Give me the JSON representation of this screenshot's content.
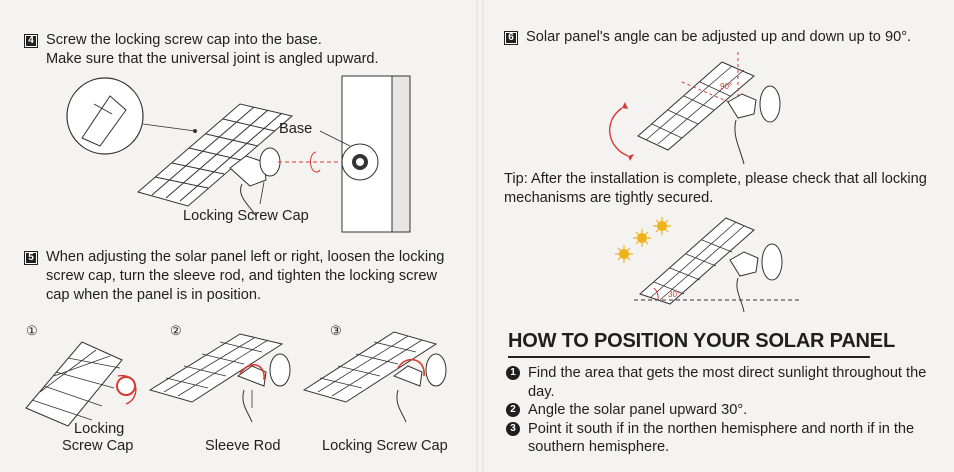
{
  "step4": {
    "number": "4",
    "line1": "Screw the locking screw cap into the base.",
    "line2": "Make sure that the universal joint is angled upward.",
    "label_base": "Base",
    "label_locking": "Locking Screw Cap"
  },
  "step5": {
    "number": "5",
    "text": "When adjusting the solar panel left or right, loosen the locking screw cap, turn the sleeve rod, and tighten the locking screw cap when the panel is in position.",
    "sub1": "①",
    "sub2": "②",
    "sub3": "③",
    "label_locking_1": "Locking",
    "label_locking_2": "Screw Cap",
    "label_sleeve": "Sleeve Rod",
    "label_locking_full": "Locking Screw Cap"
  },
  "step6": {
    "number": "6",
    "text": "Solar panel's angle can be adjusted up and down up to 90°.",
    "angle_label": "90°"
  },
  "tip": {
    "text": "Tip: After the installation is complete, please check that all locking mechanisms are tightly secured.",
    "angle_label": "30°"
  },
  "position": {
    "heading": "HOW TO POSITION YOUR SOLAR PANEL",
    "bullets": [
      {
        "marker": "1",
        "text": "Find the area that gets the most direct sunlight throughout the day."
      },
      {
        "marker": "2",
        "text": "Angle the solar panel upward 30°."
      },
      {
        "marker": "3",
        "text": "Point it south if in the northen hemisphere and north if in the southern hemisphere."
      }
    ]
  },
  "colors": {
    "accent_red": "#d63b2f",
    "sun": "#f0b21a",
    "ink": "#1f1f1f"
  }
}
